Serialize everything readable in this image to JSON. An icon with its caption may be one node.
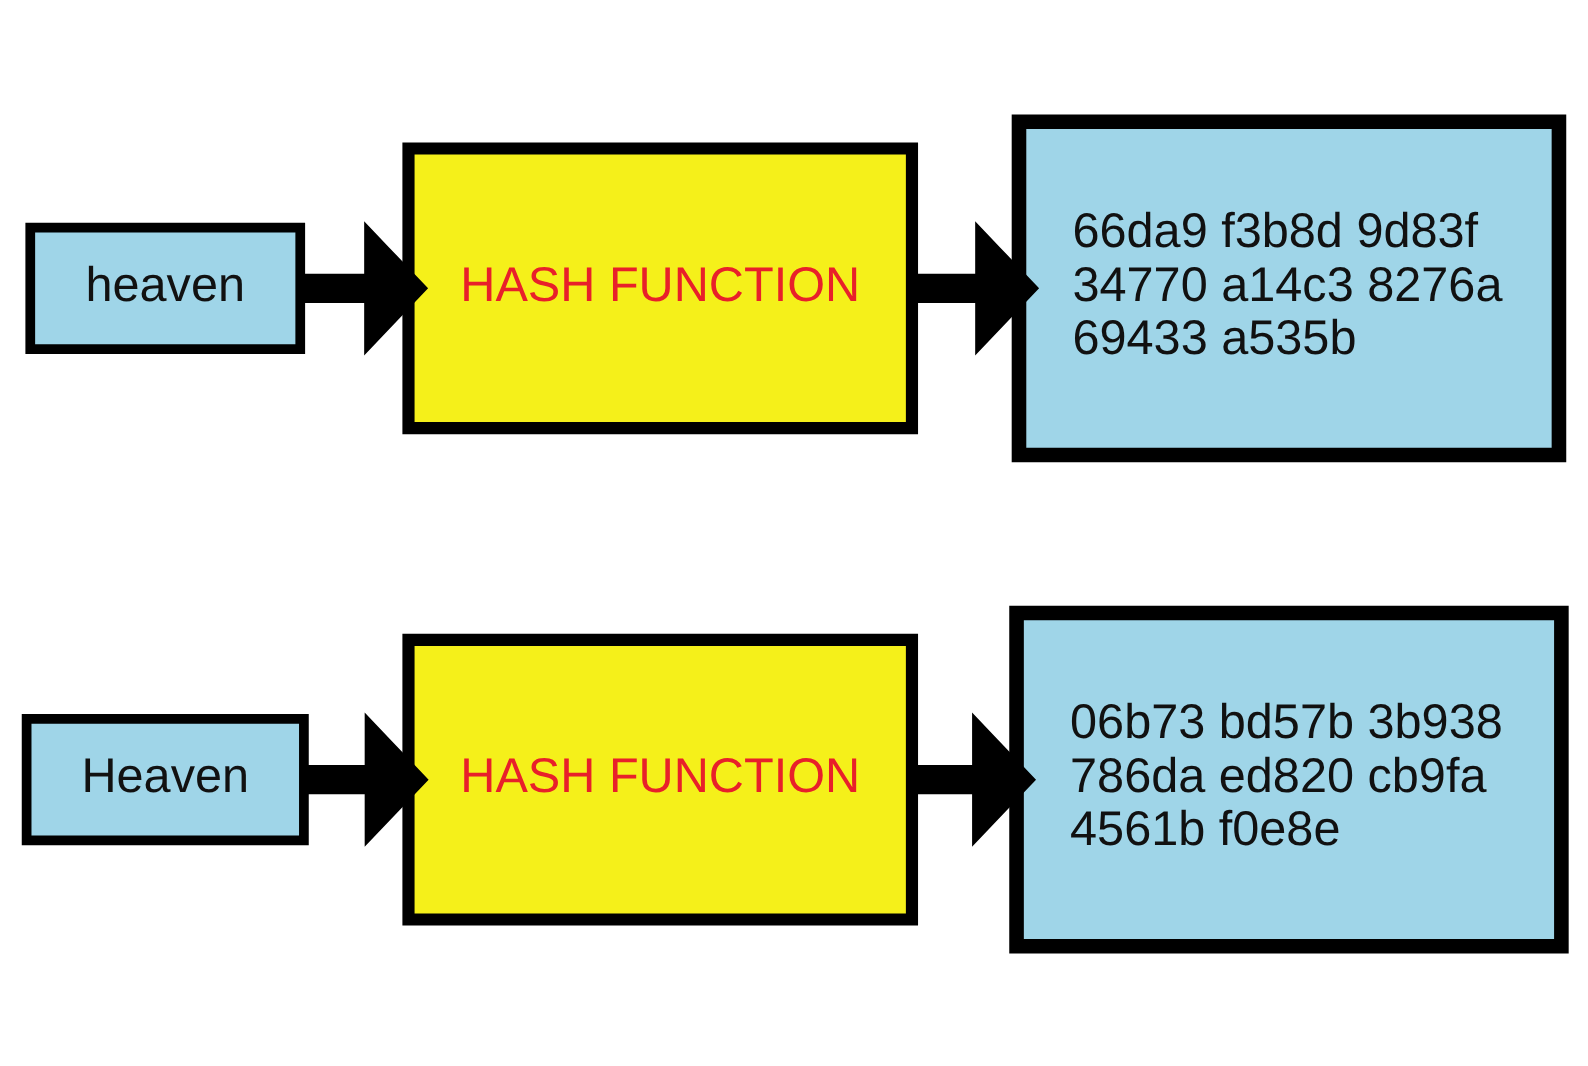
{
  "diagram": {
    "nodes": [
      {
        "text": [
          "Heaven"
        ]
      },
      {
        "text": [
          "HASH FUNCTION"
        ]
      },
      {
        "text": [
          "06b73 bd57b 3b938",
          "786da ed820 cb9fa",
          "4561b f0e8e"
        ]
      },
      {
        "text": [
          "heaven"
        ]
      },
      {
        "text": [
          "HASH FUNCTION"
        ]
      },
      {
        "text": [
          "66da9 f3b8d 9d83f",
          "34770 a14c3 8276a",
          "69433 a535b"
        ]
      }
    ],
    "edges": [
      {
        "from": 0,
        "to": 1,
        "arrow": "to"
      },
      {
        "from": 1,
        "to": 2,
        "arrow": "to"
      },
      {
        "from": 3,
        "to": 4,
        "arrow": "to"
      },
      {
        "from": 4,
        "to": 5,
        "arrow": "to"
      }
    ]
  }
}
